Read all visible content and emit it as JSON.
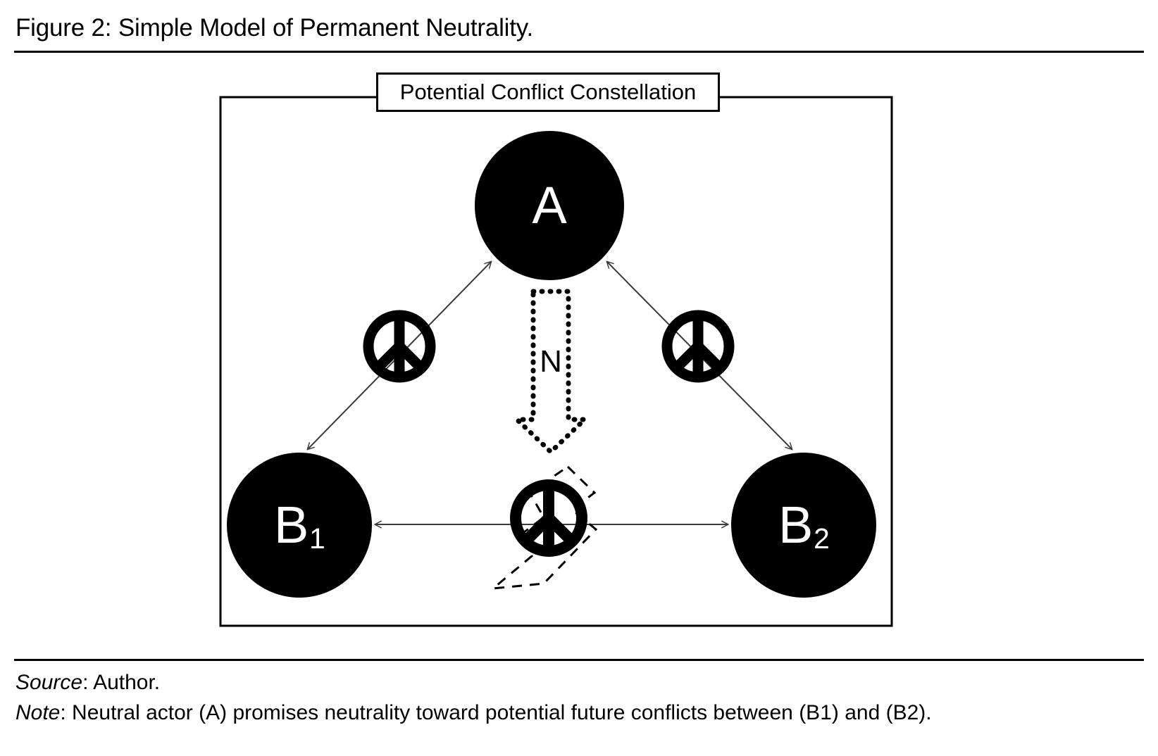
{
  "figure": {
    "title": "Figure 2: Simple Model of Permanent Neutrality.",
    "frame_label": "Potential Conflict Constellation"
  },
  "nodes": [
    {
      "id": "A",
      "label": "A",
      "sub": "",
      "role": "neutral-actor",
      "fill": "#000000",
      "text_color": "#ffffff"
    },
    {
      "id": "B1",
      "label": "B",
      "sub": "1",
      "role": "conflict-party-one",
      "fill": "#000000",
      "text_color": "#ffffff"
    },
    {
      "id": "B2",
      "label": "B",
      "sub": "2",
      "role": "conflict-party-two",
      "fill": "#000000",
      "text_color": "#ffffff"
    }
  ],
  "annotations": {
    "neutrality_arrow_label": "N"
  },
  "icons": {
    "peace_left": "peace-symbol-icon",
    "peace_right": "peace-symbol-icon",
    "peace_center": "peace-symbol-icon",
    "neutrality_arrow": "dotted-down-block-arrow-icon",
    "conflict_bolt": "dashed-lightning-bolt-icon"
  },
  "edges": [
    {
      "from": "A",
      "to": "B1",
      "style": "double-headed-thin",
      "marked_with": "peace-symbol-icon"
    },
    {
      "from": "A",
      "to": "B2",
      "style": "double-headed-thin",
      "marked_with": "peace-symbol-icon"
    },
    {
      "from": "B1",
      "to": "B2",
      "style": "double-headed-thin",
      "marked_with": "peace-symbol-icon"
    }
  ],
  "caption": {
    "source_label": "Source",
    "source_text": ": Author.",
    "note_label": "Note",
    "note_text": ": Neutral actor (A) promises neutrality toward potential future conflicts between (B1) and (B2)."
  },
  "colors": {
    "ink": "#000000",
    "paper": "#ffffff",
    "edge_line": "#3a3a3a"
  }
}
